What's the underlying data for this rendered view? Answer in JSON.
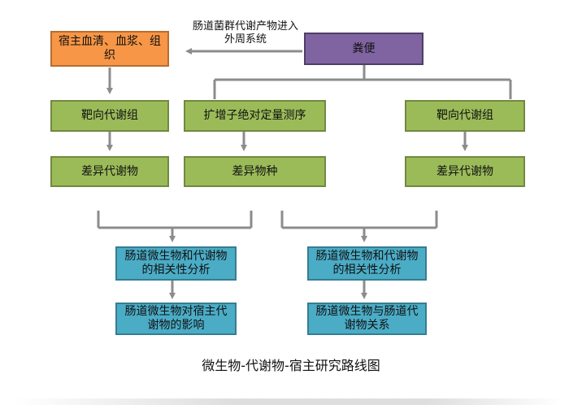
{
  "nodes": {
    "host_serum": "宿主血清、血浆、组织",
    "feces": "粪便",
    "targeted_metabolome_left": "靶向代谢组",
    "amplicon_sequencing": "扩增子绝对定量测序",
    "targeted_metabolome_right": "靶向代谢组",
    "diff_metabolites_left": "差异代谢物",
    "diff_species": "差异物种",
    "diff_metabolites_right": "差异代谢物",
    "correlation_left": "肠道微生物和代谢物的相关性分析",
    "correlation_right": "肠道微生物和代谢物的相关性分析",
    "influence_host": "肠道微生物对宿主代谢物的影响",
    "relationship": "肠道微生物与肠道代谢物关系"
  },
  "annotation": "肠道菌群代谢产物进入外周系统",
  "caption": "微生物-代谢物-宿主研究路线图",
  "colors": {
    "orange": "#f79646",
    "purple": "#8064a2",
    "green": "#9bbb59",
    "blue": "#4bacc6",
    "line": "#8c8c8c"
  }
}
